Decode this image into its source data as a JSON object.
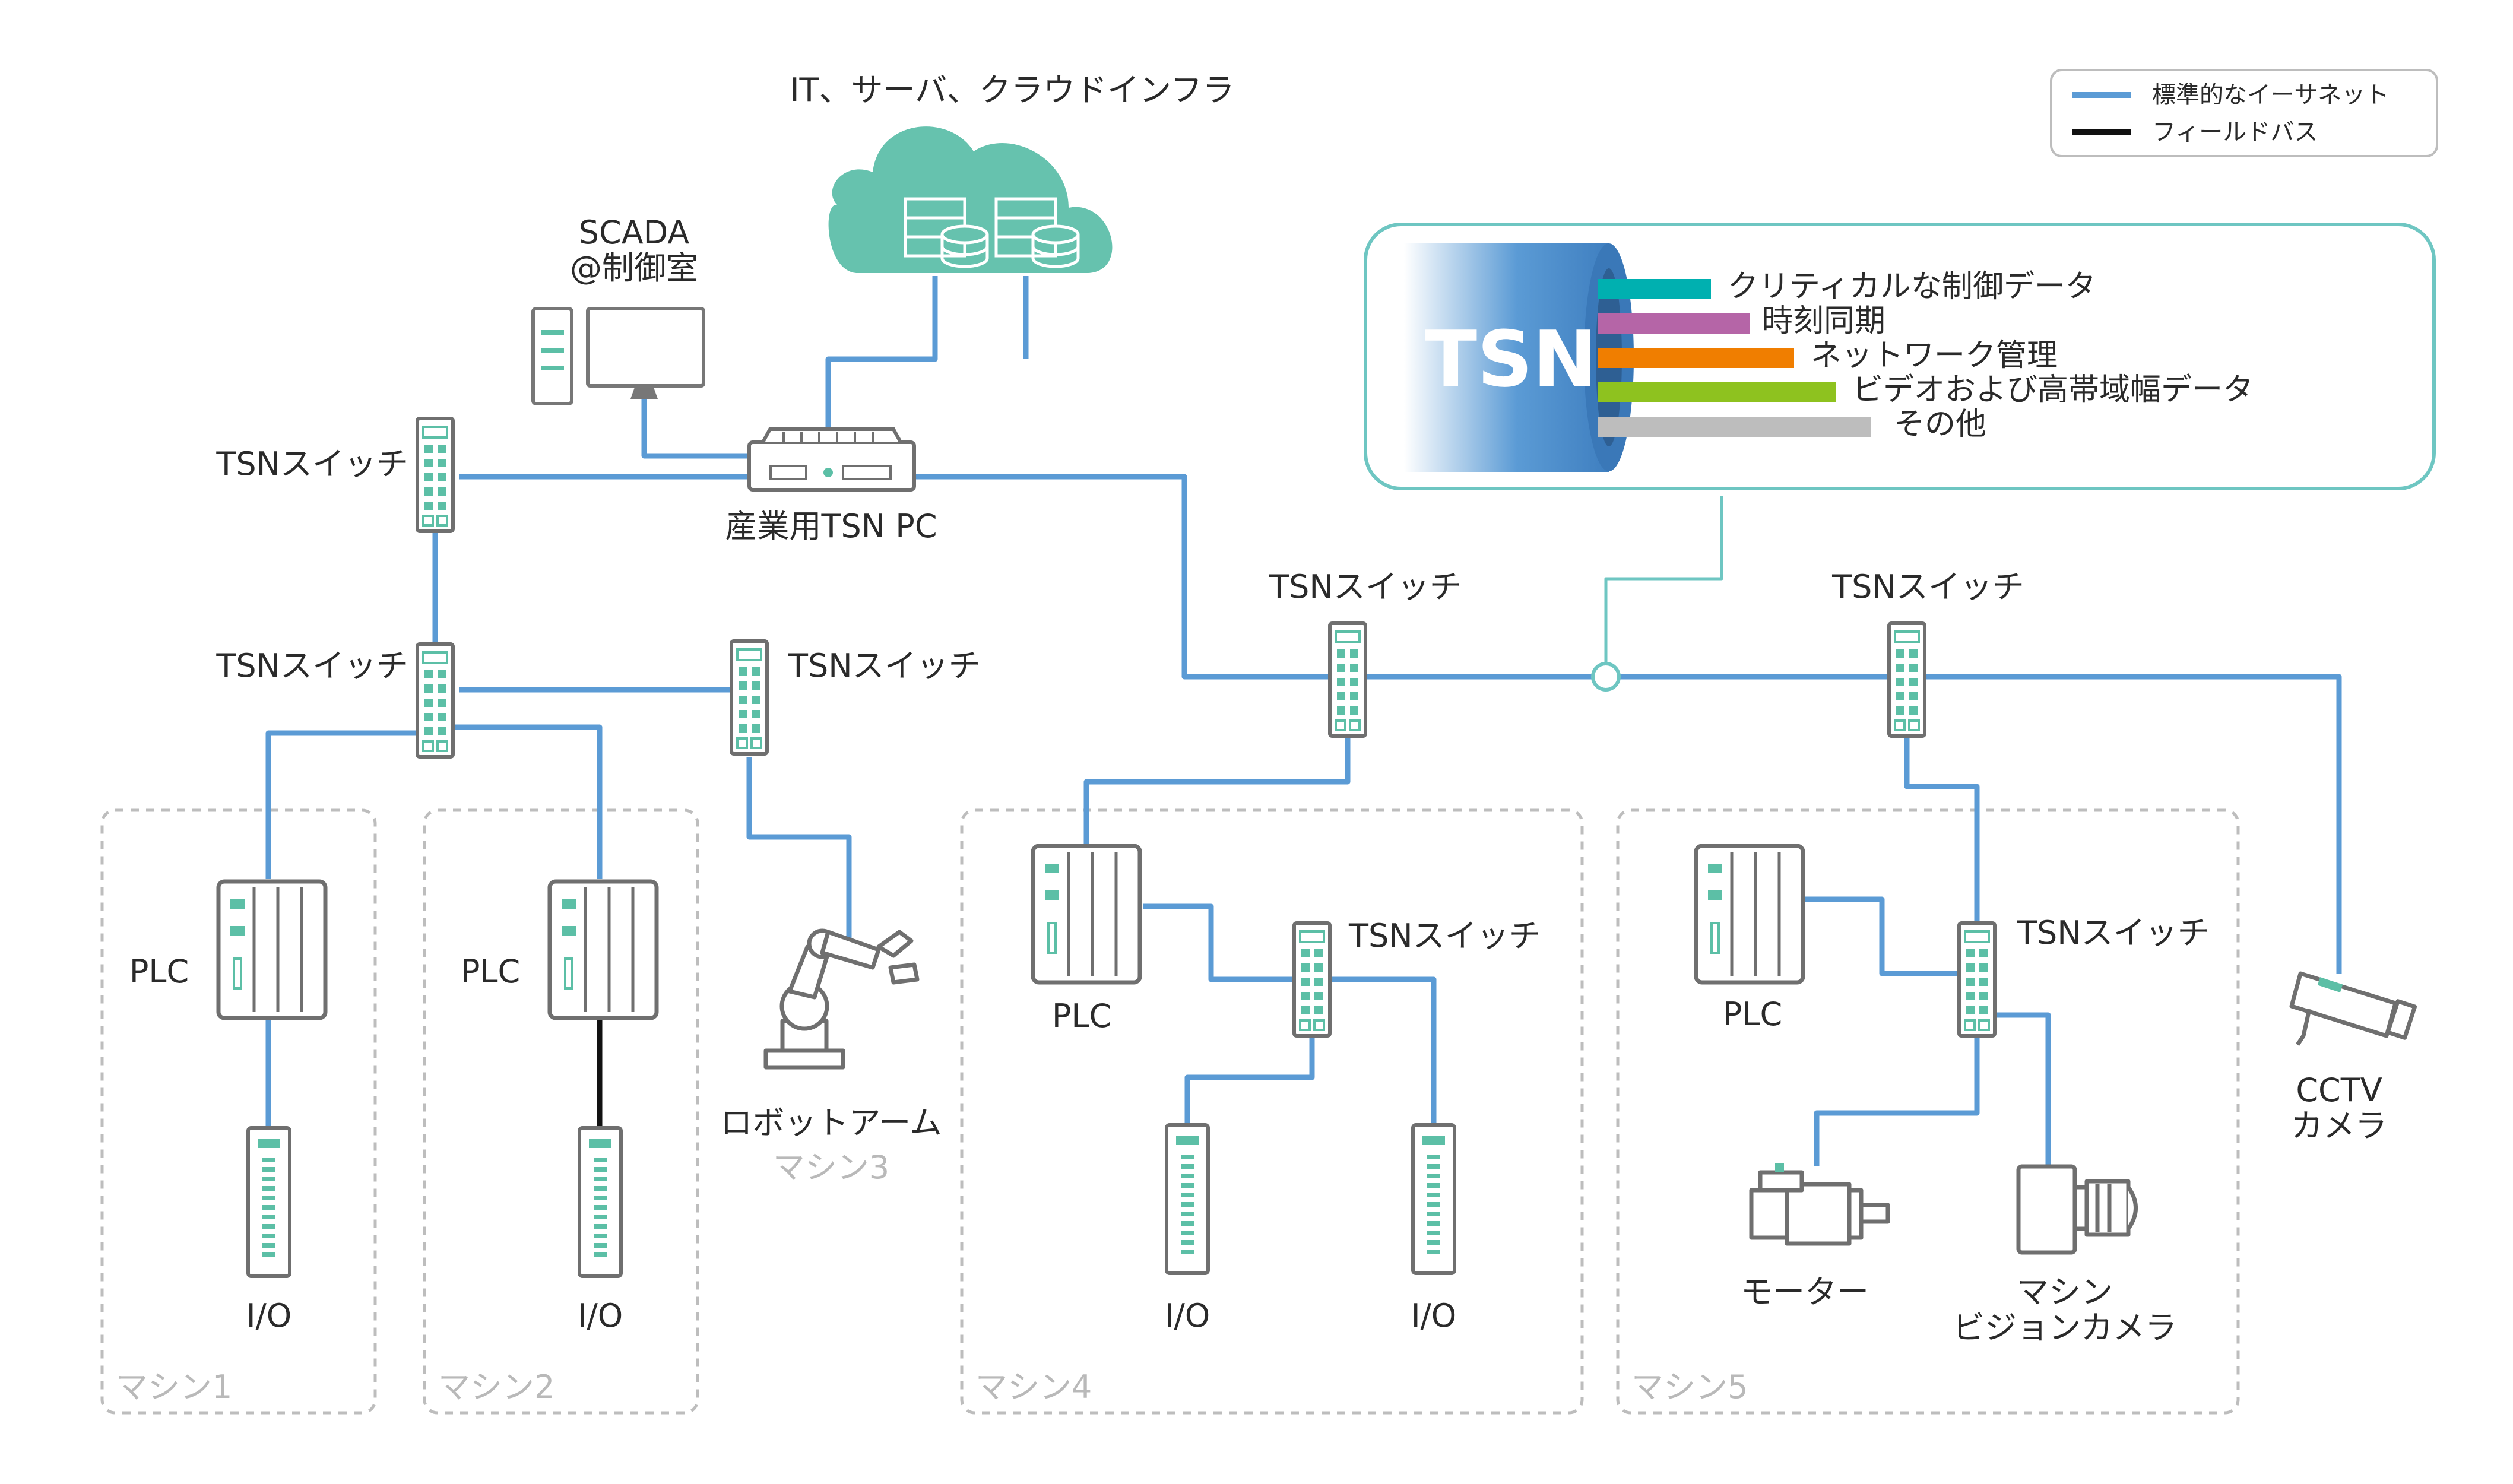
{
  "legend": {
    "items": [
      {
        "label": "標準的なイーサネット",
        "color": "#5b9bd5"
      },
      {
        "label": "フィールドバス",
        "color": "#111111"
      }
    ]
  },
  "tsn_callout": {
    "title": "TSN",
    "items": [
      {
        "label": "クリティカルな制御データ",
        "color": "#00b0b0"
      },
      {
        "label": "時刻同期",
        "color": "#b565a7"
      },
      {
        "label": "ネットワーク管理",
        "color": "#f07e00"
      },
      {
        "label": "ビデオおよび高帯域幅データ",
        "color": "#8ec21f"
      },
      {
        "label": "その他",
        "color": "#bdbdbd"
      }
    ]
  },
  "labels": {
    "cloud": "IT、サーバ、クラウドインフラ",
    "scada_1": "SCADA",
    "scada_2": "@制御室",
    "tsn_pc": "産業用TSN PC",
    "tsn_switch": "TSNスイッチ",
    "plc": "PLC",
    "io": "I/O",
    "robot": "ロボットアーム",
    "motor": "モーター",
    "vision_1": "マシン",
    "vision_2": "ビジョンカメラ",
    "cctv_1": "CCTV",
    "cctv_2": "カメラ"
  },
  "machines": [
    {
      "label": "マシン1"
    },
    {
      "label": "マシン2"
    },
    {
      "label": "マシン3"
    },
    {
      "label": "マシン4"
    },
    {
      "label": "マシン5"
    }
  ],
  "colors": {
    "ethernet": "#5b9bd5",
    "fieldbus": "#111111",
    "teal": "#5cbfa6",
    "device_gray": "#6f6f6f",
    "callout_border": "#6ec6c2",
    "dashed_border": "#bdbdbd"
  }
}
